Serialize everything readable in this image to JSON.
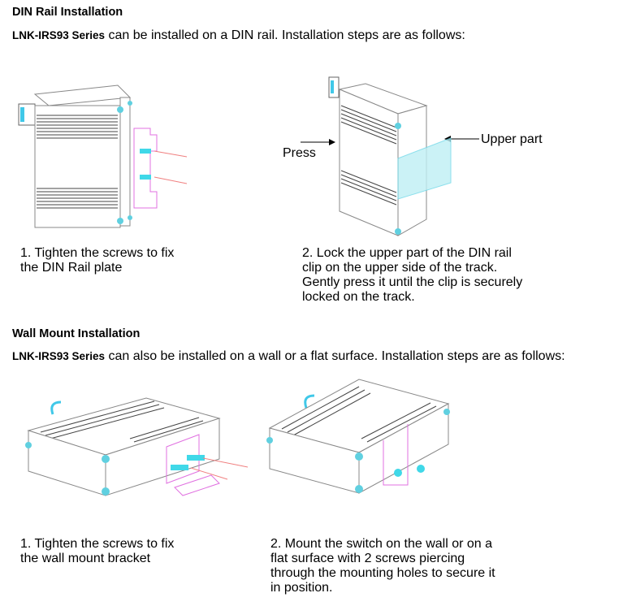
{
  "din": {
    "heading": "DIN Rail Installation",
    "intro_series": "LNK-IRS93 Series",
    "intro_text": " can be installed on a DIN rail. Installation steps are as follows:",
    "step1": "1. Tighten the screws to fix\nthe DIN Rail plate",
    "step2": "2. Lock the upper part of the DIN rail\nclip on the upper side of the track.\nGently press it until the clip is securely\nlocked on the track.",
    "label_press": "Press",
    "label_upper": "Upper part"
  },
  "wall": {
    "heading": "Wall Mount Installation",
    "intro_series": "LNK-IRS93 Series",
    "intro_text": " can also be installed on a wall or a flat surface. Installation steps are as follows:",
    "step1": "1. Tighten the screws to fix\nthe wall mount bracket",
    "step2": "2. Mount the switch on the wall or on a\nflat surface with 2 screws piercing\nthrough the mounting holes to secure it\nin position."
  },
  "colors": {
    "bracket": "#e070e0",
    "screw": "#40d8e8",
    "arrow": "#f08080"
  }
}
